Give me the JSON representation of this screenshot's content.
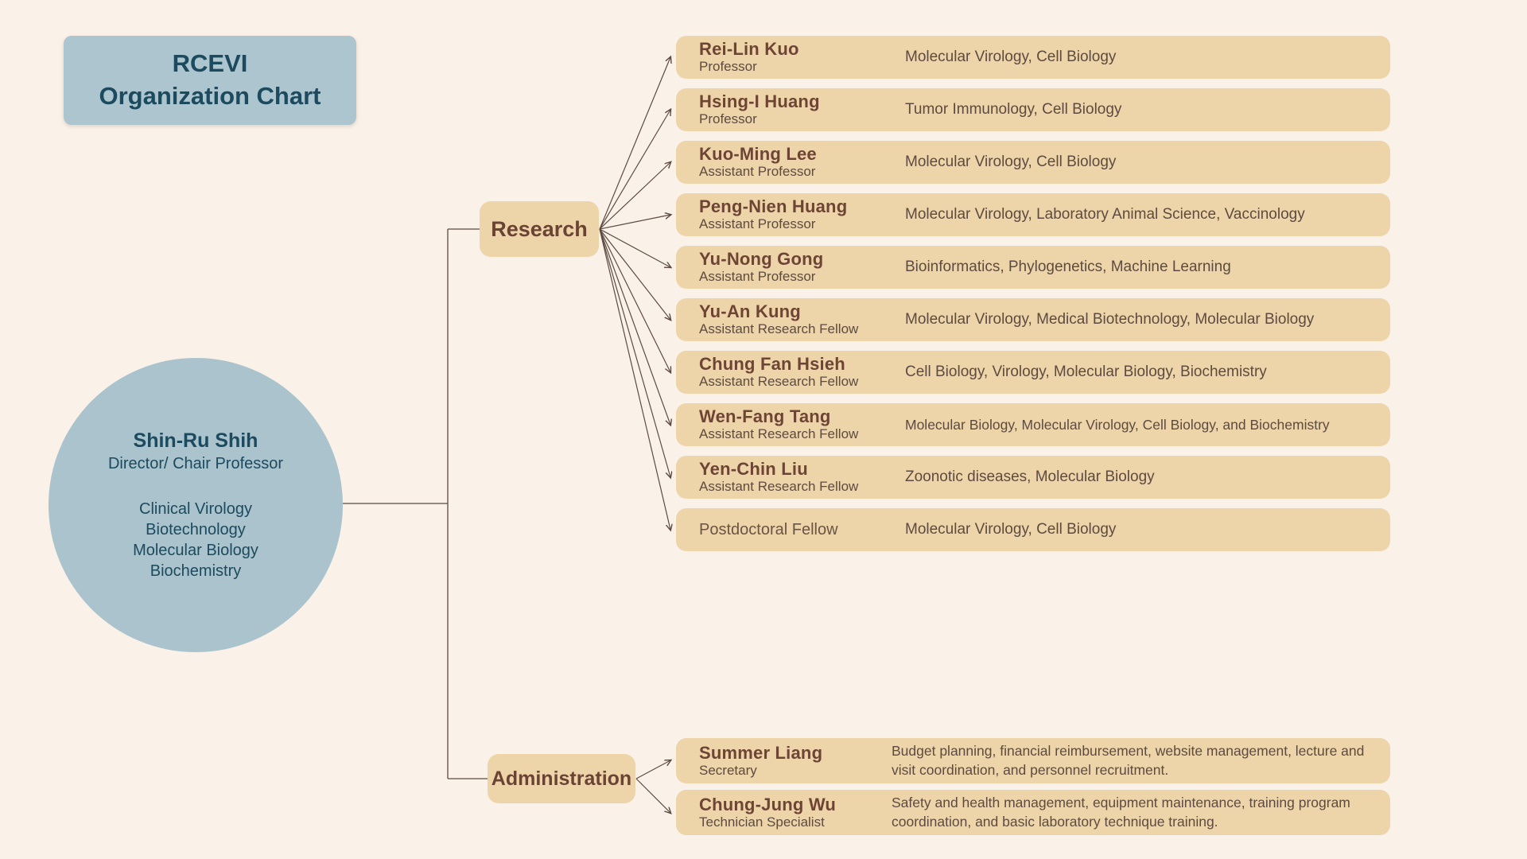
{
  "title": {
    "line1": "RCEVI",
    "line2": "Organization Chart"
  },
  "director": {
    "name": "Shin-Ru Shih",
    "role": "Director/ Chair Professor",
    "specialties": [
      "Clinical Virology",
      "Biotechnology",
      "Molecular Biology",
      "Biochemistry"
    ]
  },
  "research": {
    "label": "Research",
    "members": [
      {
        "name": "Rei-Lin Kuo",
        "title": "Professor",
        "specialty": "Molecular Virology, Cell Biology"
      },
      {
        "name": "Hsing-I Huang",
        "title": "Professor",
        "specialty": "Tumor Immunology, Cell Biology"
      },
      {
        "name": "Kuo-Ming Lee",
        "title": "Assistant Professor",
        "specialty": "Molecular Virology, Cell Biology"
      },
      {
        "name": "Peng-Nien Huang",
        "title": "Assistant Professor",
        "specialty": "Molecular Virology, Laboratory Animal Science, Vaccinology"
      },
      {
        "name": "Yu-Nong Gong",
        "title": "Assistant Professor",
        "specialty": "Bioinformatics, Phylogenetics, Machine Learning"
      },
      {
        "name": "Yu-An Kung",
        "title": "Assistant Research Fellow",
        "specialty": "Molecular Virology, Medical Biotechnology, Molecular Biology"
      },
      {
        "name": "Chung Fan Hsieh",
        "title": "Assistant Research Fellow",
        "specialty": "Cell Biology, Virology, Molecular Biology, Biochemistry"
      },
      {
        "name": "Wen-Fang Tang",
        "title": "Assistant Research Fellow",
        "specialty": "Molecular Biology, Molecular Virology, Cell Biology, and Biochemistry"
      },
      {
        "name": "Yen-Chin Liu",
        "title": "Assistant Research Fellow",
        "specialty": "Zoonotic diseases, Molecular Biology"
      },
      {
        "name": "",
        "title": "Postdoctoral Fellow",
        "specialty": "Molecular Virology, Cell Biology"
      }
    ]
  },
  "administration": {
    "label": "Administration",
    "members": [
      {
        "name": "Summer Liang",
        "title": "Secretary",
        "specialty": "Budget planning, financial reimbursement, website management, lecture and visit coordination, and personnel recruitment."
      },
      {
        "name": "Chung-Jung Wu",
        "title": "Technician Specialist",
        "specialty": "Safety and health management, equipment maintenance, training program coordination, and basic laboratory technique training."
      }
    ]
  },
  "colors": {
    "background": "#FAF1E9",
    "node_blue": "#ADC5CE",
    "node_tan": "#EDD4A9",
    "text_navy": "#1C4A5F",
    "text_brown": "#6E4535",
    "text_muted": "#5D4B41",
    "connector": "#5C4B41"
  }
}
